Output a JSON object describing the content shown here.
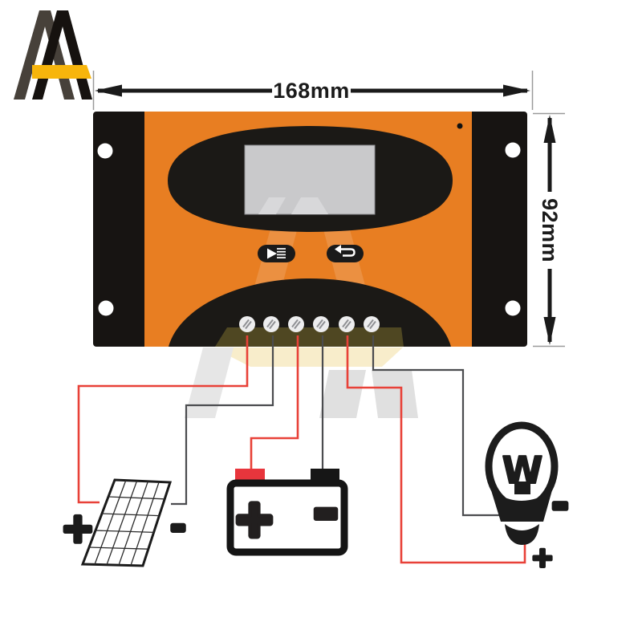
{
  "dimensions": {
    "width_label": "168mm",
    "height_label": "92mm"
  },
  "logo": {
    "name": "brand-logo-monogram",
    "colors": {
      "dark_leg": "#47413a",
      "black_leg": "#16120f",
      "yellow_bar": "#f7b50c"
    }
  },
  "controller": {
    "plate_color": "#171412",
    "body_color": "#e87e22",
    "screen_color": "#c9c9cb",
    "terminal_count": 6,
    "buttons": [
      {
        "icon": "menu-icon"
      },
      {
        "icon": "return-icon"
      }
    ]
  },
  "wiring": {
    "positive_wire_color": "#e84138",
    "negative_wire_color": "#4b4c4f",
    "solar_panel": {
      "positive_label": "+",
      "negative_label": "-"
    },
    "battery": {
      "positive_label": "+",
      "negative_label": "-",
      "terminal_red": "#e8353c"
    },
    "bulb": {
      "negative_label": "-",
      "positive_label": "+",
      "filament_glyph": "W"
    }
  }
}
